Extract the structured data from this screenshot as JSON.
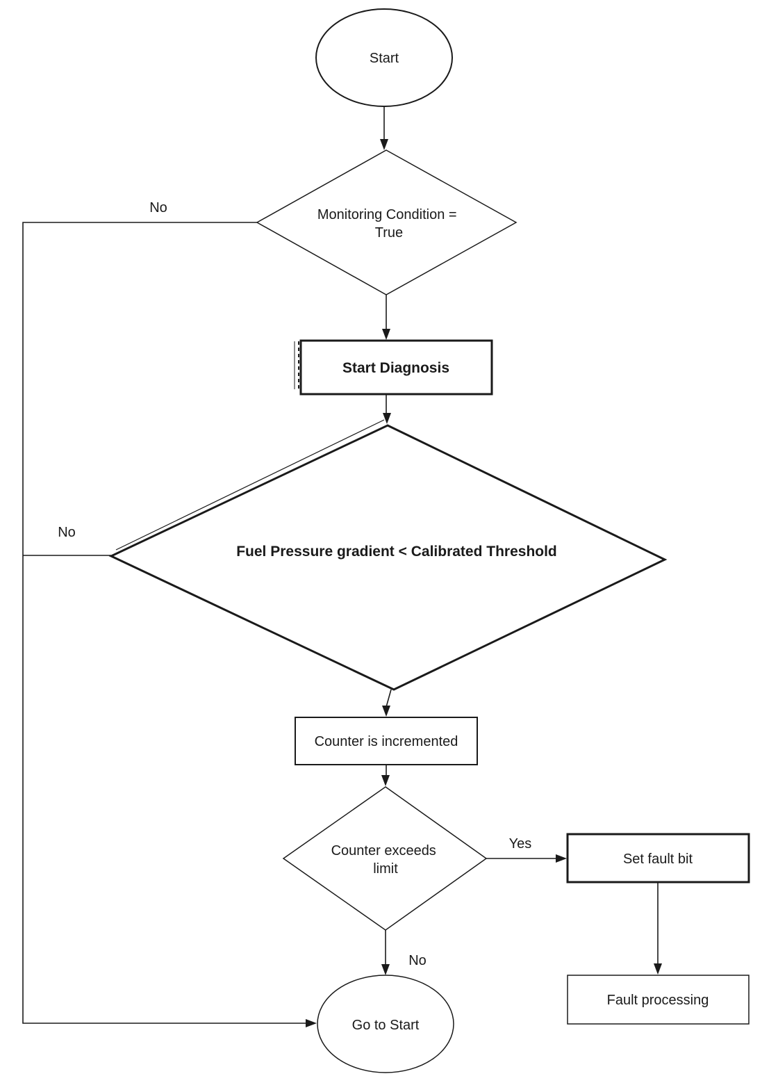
{
  "diagram": {
    "kind": "flowchart",
    "nodes": {
      "start": {
        "label": "Start",
        "type": "terminator"
      },
      "monitoring_condition": {
        "line1": "Monitoring Condition =",
        "line2": "True",
        "type": "decision"
      },
      "start_diagnosis": {
        "label": "Start Diagnosis",
        "type": "process"
      },
      "fuel_pressure": {
        "label": "Fuel Pressure gradient < Calibrated Threshold",
        "type": "decision"
      },
      "counter_incremented": {
        "label": "Counter is incremented",
        "type": "process"
      },
      "counter_exceeds": {
        "line1": "Counter exceeds",
        "line2": "limit",
        "type": "decision"
      },
      "set_fault_bit": {
        "label": "Set fault bit",
        "type": "process"
      },
      "fault_processing": {
        "label": "Fault processing",
        "type": "process"
      },
      "go_to_start": {
        "label": "Go to Start",
        "type": "terminator"
      }
    },
    "edge_labels": {
      "monitoring_no": "No",
      "fuel_pressure_no": "No",
      "counter_yes": "Yes",
      "counter_no": "No"
    },
    "colors": {
      "stroke": "#1a1a1a",
      "background": "#ffffff"
    }
  }
}
